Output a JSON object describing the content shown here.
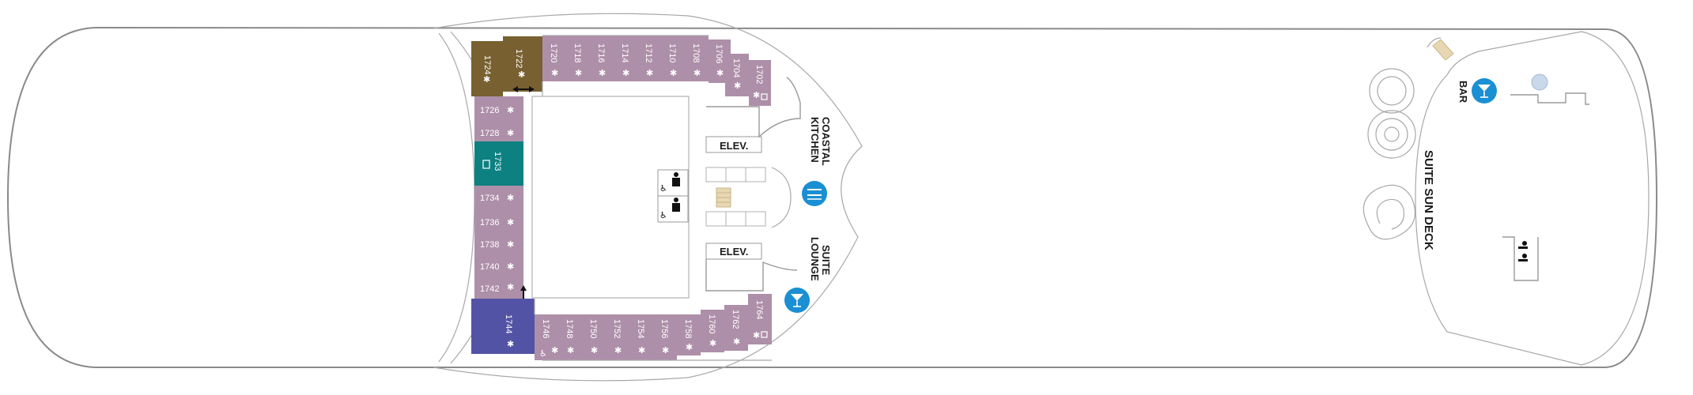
{
  "colors": {
    "standard": "#ae8fa9",
    "gold": "#786031",
    "teal": "#0d8181",
    "violet": "#5353a5",
    "badge": "#1b8fd3"
  },
  "cabins": {
    "c1724": "1724",
    "c1722": "1722",
    "c1720": "1720",
    "c1718": "1718",
    "c1716": "1716",
    "c1714": "1714",
    "c1712": "1712",
    "c1710": "1710",
    "c1708": "1708",
    "c1706": "1706",
    "c1704": "1704",
    "c1702": "1702",
    "c1726": "1726",
    "c1728": "1728",
    "c1733": "1733",
    "c1734": "1734",
    "c1736": "1736",
    "c1738": "1738",
    "c1740": "1740",
    "c1742": "1742",
    "c1744": "1744",
    "c1746": "1746",
    "c1748": "1748",
    "c1750": "1750",
    "c1752": "1752",
    "c1754": "1754",
    "c1756": "1756",
    "c1758": "1758",
    "c1760": "1760",
    "c1762": "1762",
    "c1764": "1764"
  },
  "labels": {
    "elev": "ELEV.",
    "coastal": "COASTAL",
    "kitchen": "KITCHEN",
    "suite": "SUITE",
    "lounge": "LOUNGE",
    "bar": "BAR",
    "sun_deck": "SUITE SUN DECK"
  },
  "icons": {
    "dining": "fork-knife-icon",
    "cocktail": "cocktail-icon",
    "restroom": "restroom-icon",
    "accessible": "wheelchair-icon",
    "star": "star-icon",
    "connecting": "double-arrow-icon"
  }
}
